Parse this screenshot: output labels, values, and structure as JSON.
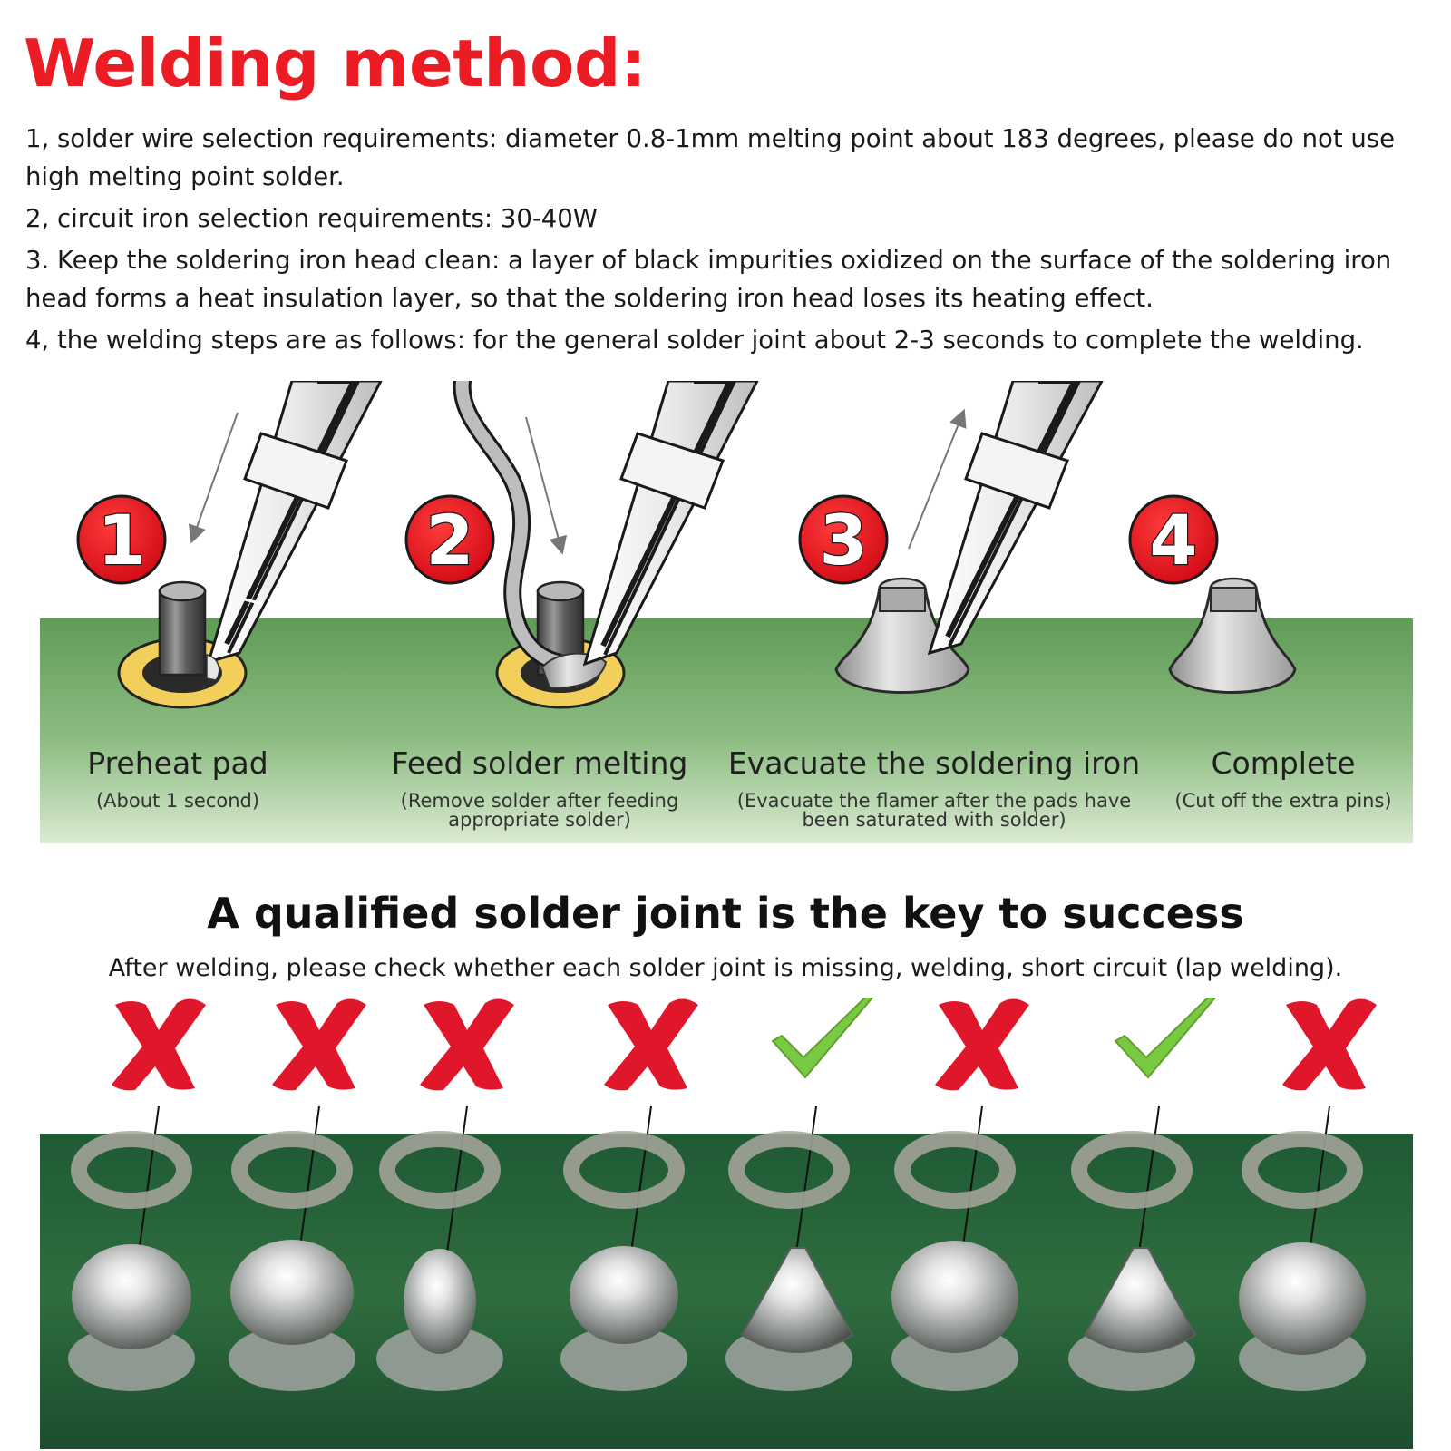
{
  "title": "Welding method:",
  "instructions": [
    "1, solder wire selection requirements: diameter 0.8-1mm melting point about 183 degrees, please do not use high melting point solder.",
    "2, circuit iron selection requirements: 30-40W",
    "3. Keep the soldering iron head clean: a layer of black impurities oxidized on the surface of the soldering iron head forms a heat insulation layer, so that the soldering iron head loses its heating effect.",
    "4, the welding steps are as follows: for the general solder joint about 2-3 seconds to complete the welding."
  ],
  "steps": [
    {
      "number": "1",
      "title": "Preheat pad",
      "note": "(About 1 second)"
    },
    {
      "number": "2",
      "title": "Feed solder melting",
      "note": "(Remove solder after feeding appropriate solder)"
    },
    {
      "number": "3",
      "title": "Evacuate the soldering iron",
      "note": "(Evacuate the flamer after the pads have been saturated with solder)"
    },
    {
      "number": "4",
      "title": "Complete",
      "note": "(Cut off the extra pins)"
    }
  ],
  "quality": {
    "heading": "A qualified solder joint is the key to success",
    "subheading": "After welding, please check whether each solder joint is missing, welding, short circuit (lap welding)."
  },
  "joints": [
    "wrong",
    "wrong",
    "wrong",
    "wrong",
    "correct",
    "wrong",
    "correct",
    "wrong"
  ],
  "colors": {
    "title_red": "#ec1c24",
    "badge_red": "#e3101b",
    "board_green": "#5f9c56",
    "pad_yellow": "#f2cf5a",
    "check_green": "#7ac943",
    "cross_red": "#e0172a"
  }
}
